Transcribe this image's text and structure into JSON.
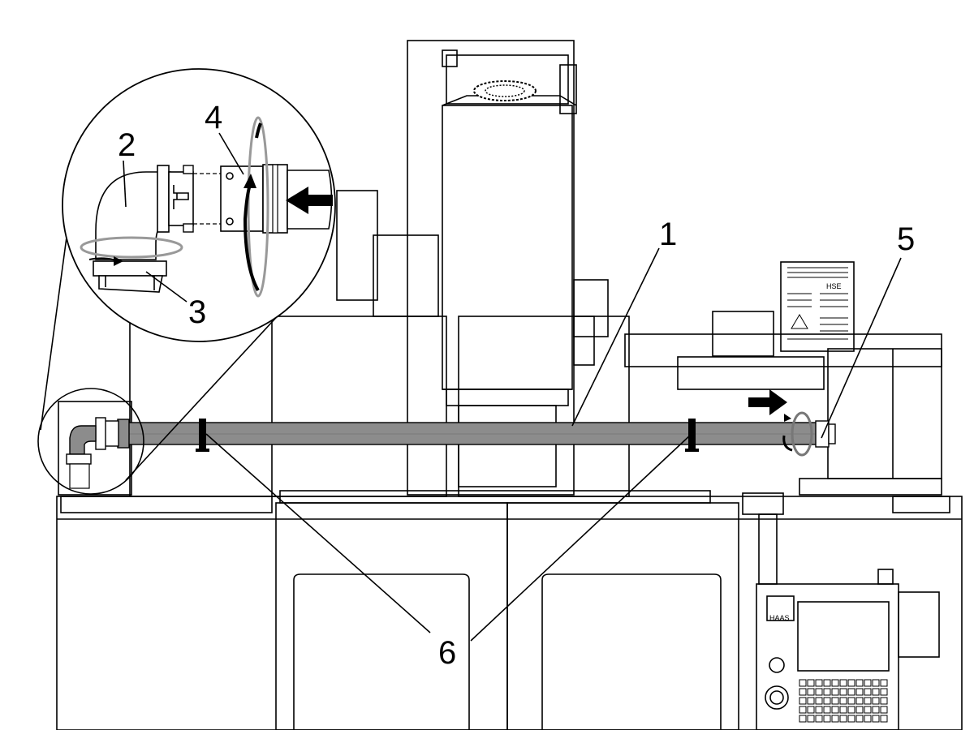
{
  "callouts": {
    "c1": "1",
    "c2": "2",
    "c3": "3",
    "c4": "4",
    "c5": "5",
    "c6": "6"
  },
  "control_panel": {
    "logo_text": "HAAS"
  },
  "colors": {
    "hose": "#8c8c8c",
    "hose_dark": "#6d6d6d",
    "line": "#000000",
    "background": "#ffffff"
  },
  "icons": [
    "arrow-right-icon",
    "arrow-left-icon",
    "rotate-arrow-icon"
  ]
}
